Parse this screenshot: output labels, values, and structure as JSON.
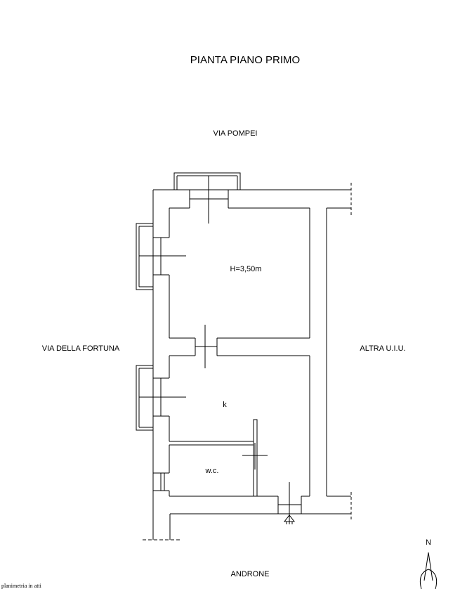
{
  "title": "PIANTA PIANO PRIMO",
  "streets": {
    "north": "VIA POMPEI",
    "west": "VIA DELLA FORTUNA",
    "east": "ALTRA U.I.U.",
    "south": "ANDRONE"
  },
  "rooms": {
    "main_height": "H=3,50m",
    "kitchen": "k",
    "wc": "w.c."
  },
  "compass": {
    "north_label": "N"
  },
  "footer_note": "planimetria in atti"
}
